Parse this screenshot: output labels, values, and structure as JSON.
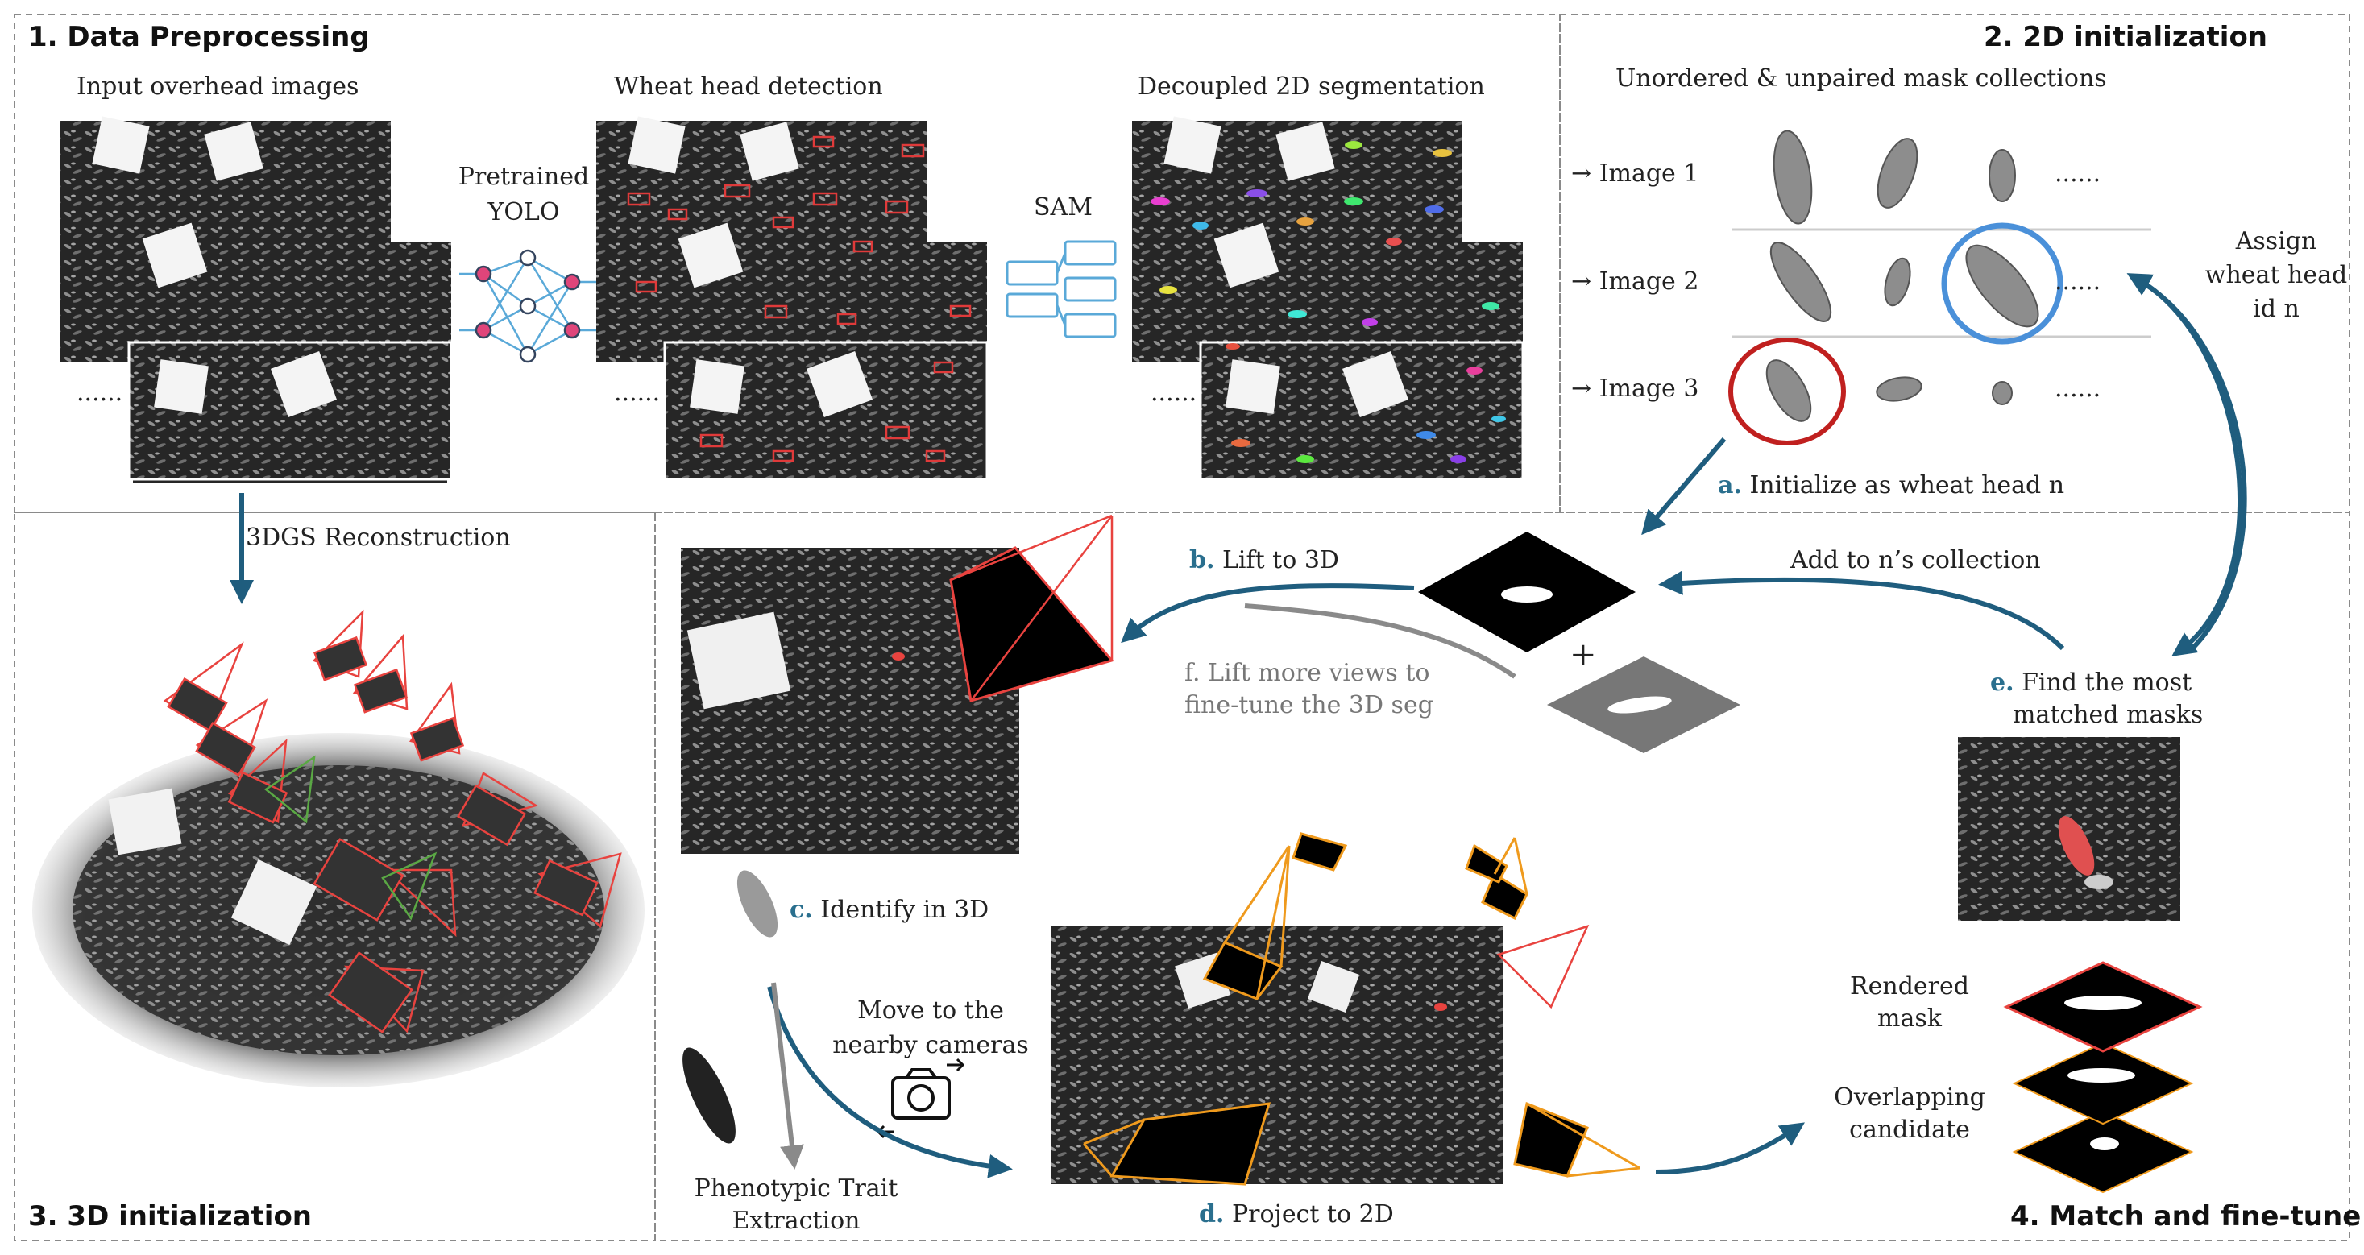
{
  "panels": {
    "p1": "1. Data Preprocessing",
    "p2": "2. 2D initialization",
    "p3": "3. 3D initialization",
    "p4": "4. Match and fine-tune"
  },
  "preprocess": {
    "input_images": "Input overhead images",
    "pretrained": "Pretrained",
    "yolo": "YOLO",
    "detection": "Wheat head detection",
    "sam": "SAM",
    "segmentation": "Decoupled 2D segmentation",
    "ellipsis": "......"
  },
  "init2d": {
    "collections": "Unordered & unpaired mask collections",
    "image1": "→ Image 1",
    "image2": "→ Image 2",
    "image3": "→ Image 3",
    "ellipsis": "......",
    "assign_l1": "Assign",
    "assign_l2": "wheat head",
    "assign_l3": "id n"
  },
  "init3d": {
    "reconstruction": "3DGS Reconstruction"
  },
  "steps": {
    "a_tag": "a.",
    "a": "Initialize as wheat head n",
    "b_tag": "b.",
    "b": "Lift to 3D",
    "add": "Add to n’s collection",
    "plus": "+",
    "f_l1": "f. Lift more views to",
    "f_l2": "fine-tune the 3D seg",
    "e_tag": "e.",
    "e_l1": "Find the most",
    "e_l2": "matched masks",
    "c_tag": "c.",
    "c": "Identify in 3D",
    "move_l1": "Move to the",
    "move_l2": "nearby cameras",
    "trait_l1": "Phenotypic Trait",
    "trait_l2": "Extraction",
    "d_tag": "d.",
    "d": "Project to 2D",
    "rendered_l1": "Rendered",
    "rendered_l2": "mask",
    "overlap_l1": "Overlapping",
    "overlap_l2": "candidate"
  },
  "colors": {
    "arrow": "#1f5d7e",
    "grey_arrow": "#8a8a8a",
    "camera_red": "#e8433f",
    "camera_green": "#5aa844",
    "camera_orange": "#ef9a1d",
    "blue_circle": "#4a90d9",
    "red_circle": "#c0201f",
    "net_blue": "#5aa9d8",
    "node_pink": "#e0457a"
  }
}
